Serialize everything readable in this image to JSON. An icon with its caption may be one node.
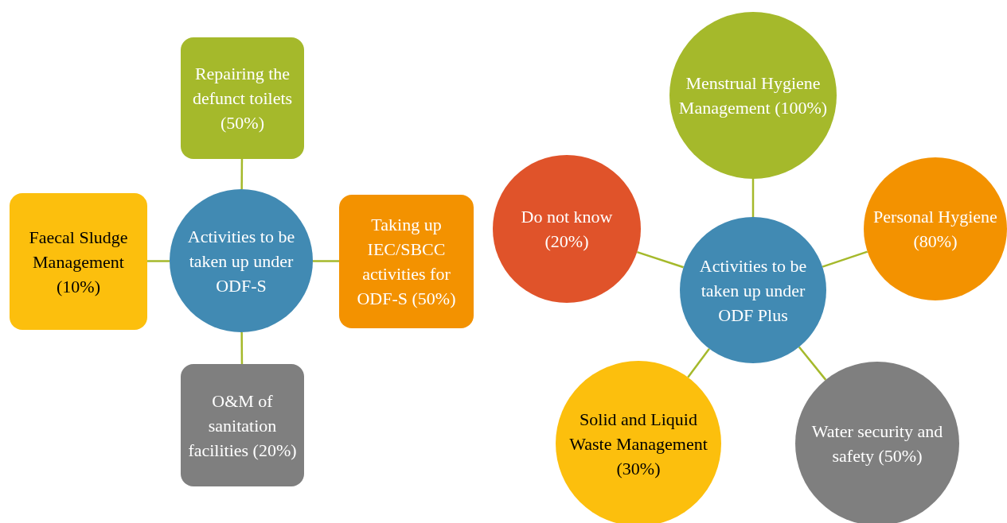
{
  "diagram": {
    "nodes": [
      {
        "text": [
          "Activities to be taken up under ODF-S"
        ]
      },
      {
        "text": [
          "Repairing the defunct toilets (50%)"
        ]
      },
      {
        "text": [
          "Faecal Sludge Management (10%)"
        ]
      },
      {
        "text": [
          "Taking up IEC/SBCC activities for ODF-S (50%)"
        ]
      },
      {
        "text": [
          "O&M of sanitation facilities (20%)"
        ]
      },
      {
        "text": [
          "Menstrual Hygiene Management (100%)"
        ]
      },
      {
        "text": [
          "Do not know (20%)"
        ]
      },
      {
        "text": [
          "Personal Hygiene (80%)"
        ]
      },
      {
        "text": [
          "Activities to be taken up under ODF Plus"
        ]
      },
      {
        "text": [
          "Solid and Liquid Waste Management (30%)"
        ]
      },
      {
        "text": [
          "Water security and safety (50%)"
        ]
      }
    ],
    "edges": [
      {
        "from": 0,
        "to": 1,
        "arrow": "none"
      },
      {
        "from": 0,
        "to": 2,
        "arrow": "none"
      },
      {
        "from": 0,
        "to": 3,
        "arrow": "none"
      },
      {
        "from": 0,
        "to": 4,
        "arrow": "none"
      },
      {
        "from": 8,
        "to": 5,
        "arrow": "none"
      },
      {
        "from": 8,
        "to": 6,
        "arrow": "none"
      },
      {
        "from": 8,
        "to": 7,
        "arrow": "none"
      },
      {
        "from": 8,
        "to": 9,
        "arrow": "none"
      },
      {
        "from": 8,
        "to": 10,
        "arrow": "none"
      }
    ]
  }
}
